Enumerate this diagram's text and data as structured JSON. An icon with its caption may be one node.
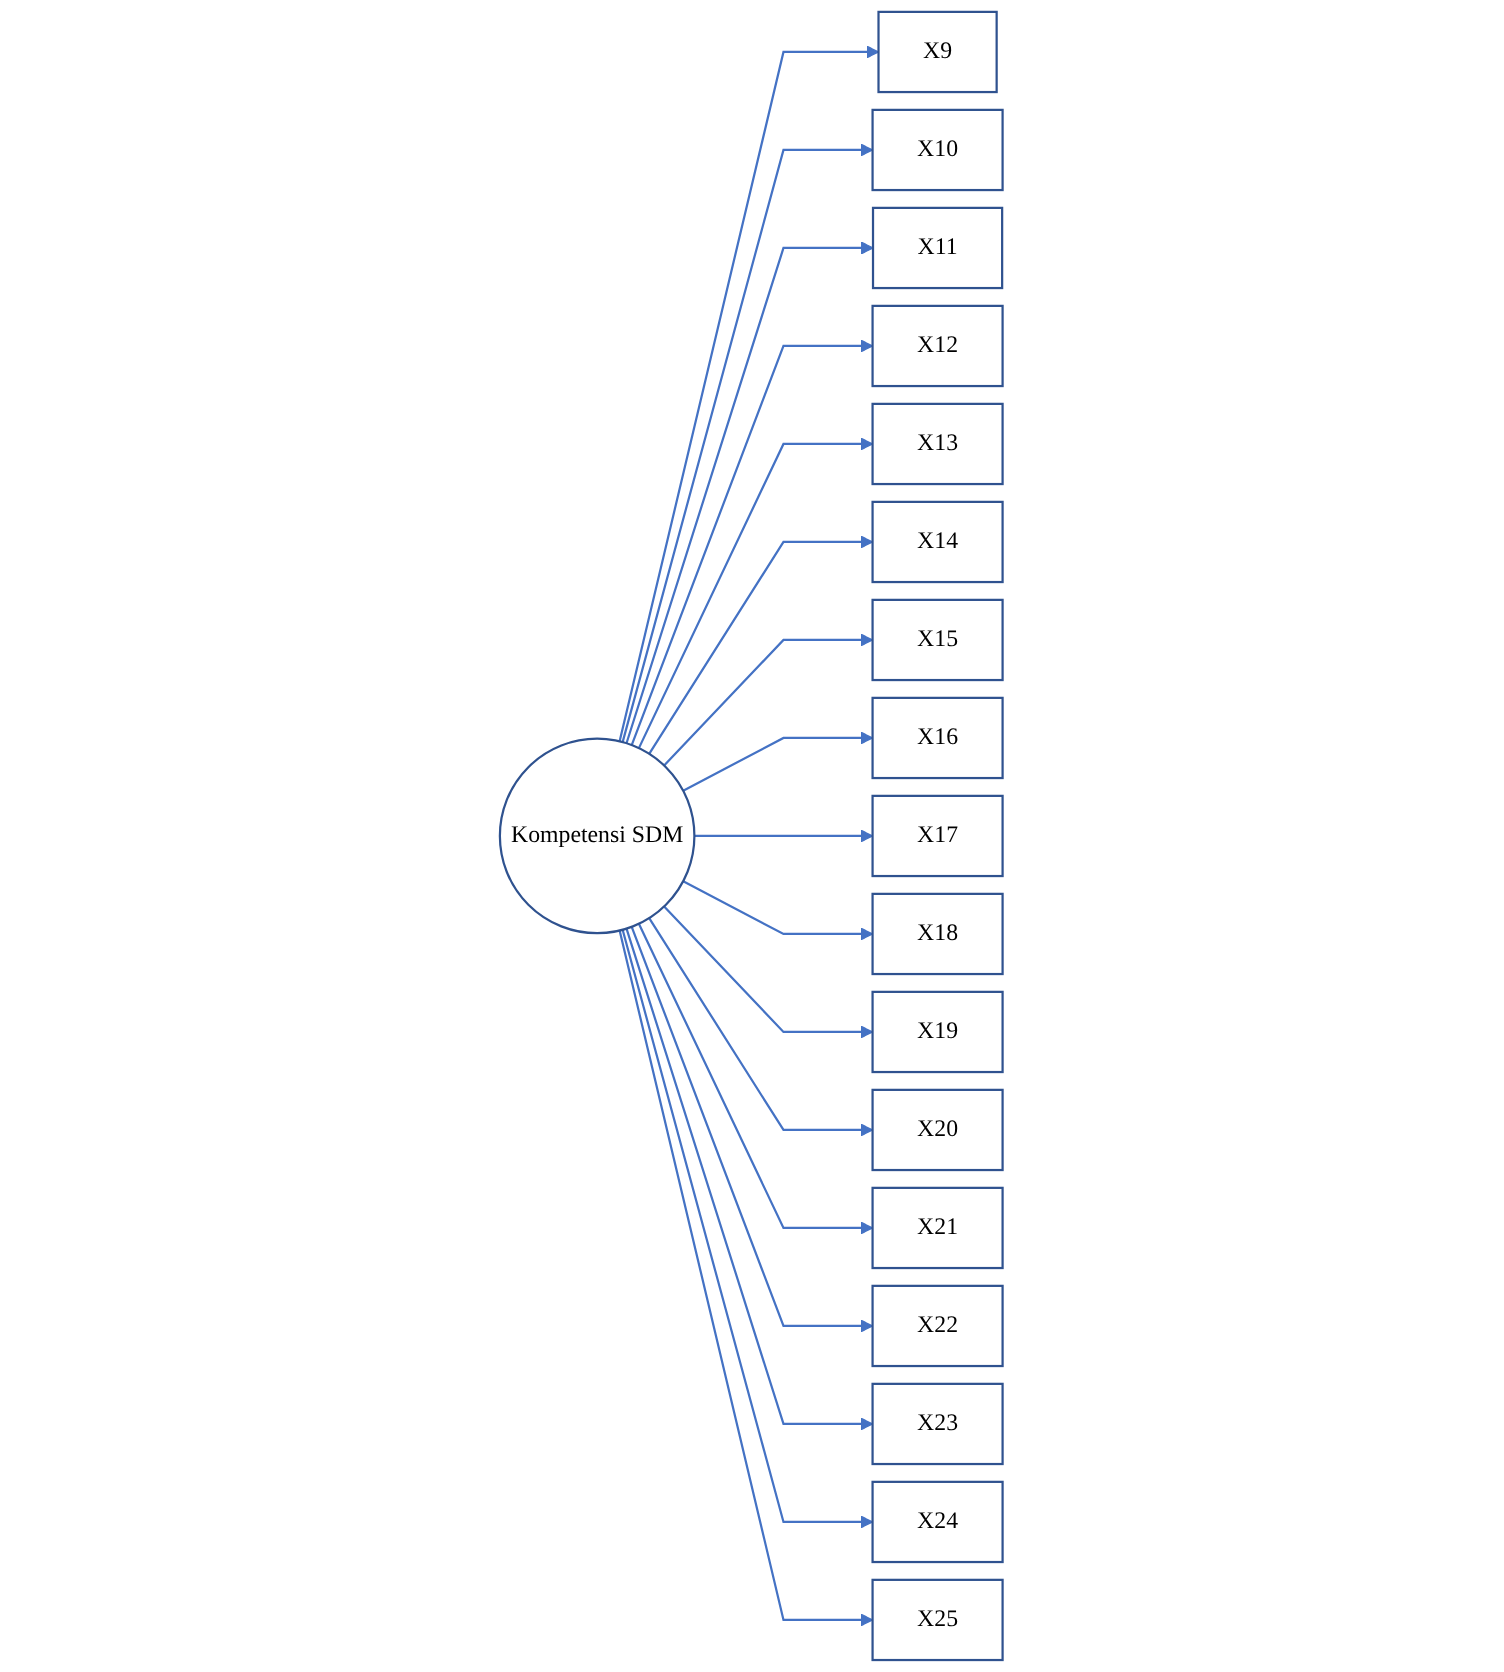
{
  "diagram": {
    "nodes": [
      {
        "text": [
          "X9"
        ]
      },
      {
        "text": [
          "X10"
        ]
      },
      {
        "text": [
          "X11"
        ]
      },
      {
        "text": [
          "X12"
        ]
      },
      {
        "text": [
          "X13"
        ]
      },
      {
        "text": [
          "X14"
        ]
      },
      {
        "text": [
          "X15"
        ]
      },
      {
        "text": [
          "X16"
        ]
      },
      {
        "text": [
          "Kompetensi SDM"
        ]
      },
      {
        "text": [
          "X17"
        ]
      },
      {
        "text": [
          "X18"
        ]
      },
      {
        "text": [
          "X19"
        ]
      },
      {
        "text": [
          "X20"
        ]
      },
      {
        "text": [
          "X21"
        ]
      },
      {
        "text": [
          "X22"
        ]
      },
      {
        "text": [
          "X23"
        ]
      },
      {
        "text": [
          "X24"
        ]
      },
      {
        "text": [
          "X25"
        ]
      }
    ],
    "edges": [
      {
        "from": 8,
        "to": 0,
        "arrow": "to"
      },
      {
        "from": 8,
        "to": 1,
        "arrow": "to"
      },
      {
        "from": 8,
        "to": 2,
        "arrow": "to"
      },
      {
        "from": 8,
        "to": 3,
        "arrow": "to"
      },
      {
        "from": 8,
        "to": 4,
        "arrow": "to"
      },
      {
        "from": 8,
        "to": 5,
        "arrow": "to"
      },
      {
        "from": 8,
        "to": 6,
        "arrow": "to"
      },
      {
        "from": 8,
        "to": 7,
        "arrow": "to"
      },
      {
        "from": 8,
        "to": 9,
        "arrow": "to"
      },
      {
        "from": 8,
        "to": 10,
        "arrow": "to"
      },
      {
        "from": 8,
        "to": 11,
        "arrow": "to"
      },
      {
        "from": 8,
        "to": 12,
        "arrow": "to"
      },
      {
        "from": 8,
        "to": 13,
        "arrow": "to"
      },
      {
        "from": 8,
        "to": 14,
        "arrow": "to"
      },
      {
        "from": 8,
        "to": 15,
        "arrow": "to"
      },
      {
        "from": 8,
        "to": 16,
        "arrow": "to"
      },
      {
        "from": 8,
        "to": 17,
        "arrow": "to"
      }
    ]
  }
}
